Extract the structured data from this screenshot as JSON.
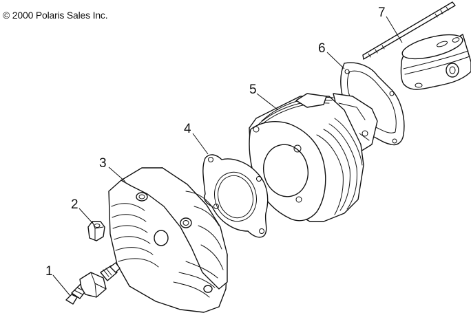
{
  "copyright": "© 2000 Polaris Sales Inc.",
  "callouts": [
    {
      "label": "1",
      "part": "spark-plug"
    },
    {
      "label": "2",
      "part": "nut"
    },
    {
      "label": "3",
      "part": "cylinder-head"
    },
    {
      "label": "4",
      "part": "head-gasket"
    },
    {
      "label": "5",
      "part": "cylinder"
    },
    {
      "label": "6",
      "part": "base-gasket"
    },
    {
      "label": "7",
      "part": "stud-and-piston"
    }
  ]
}
